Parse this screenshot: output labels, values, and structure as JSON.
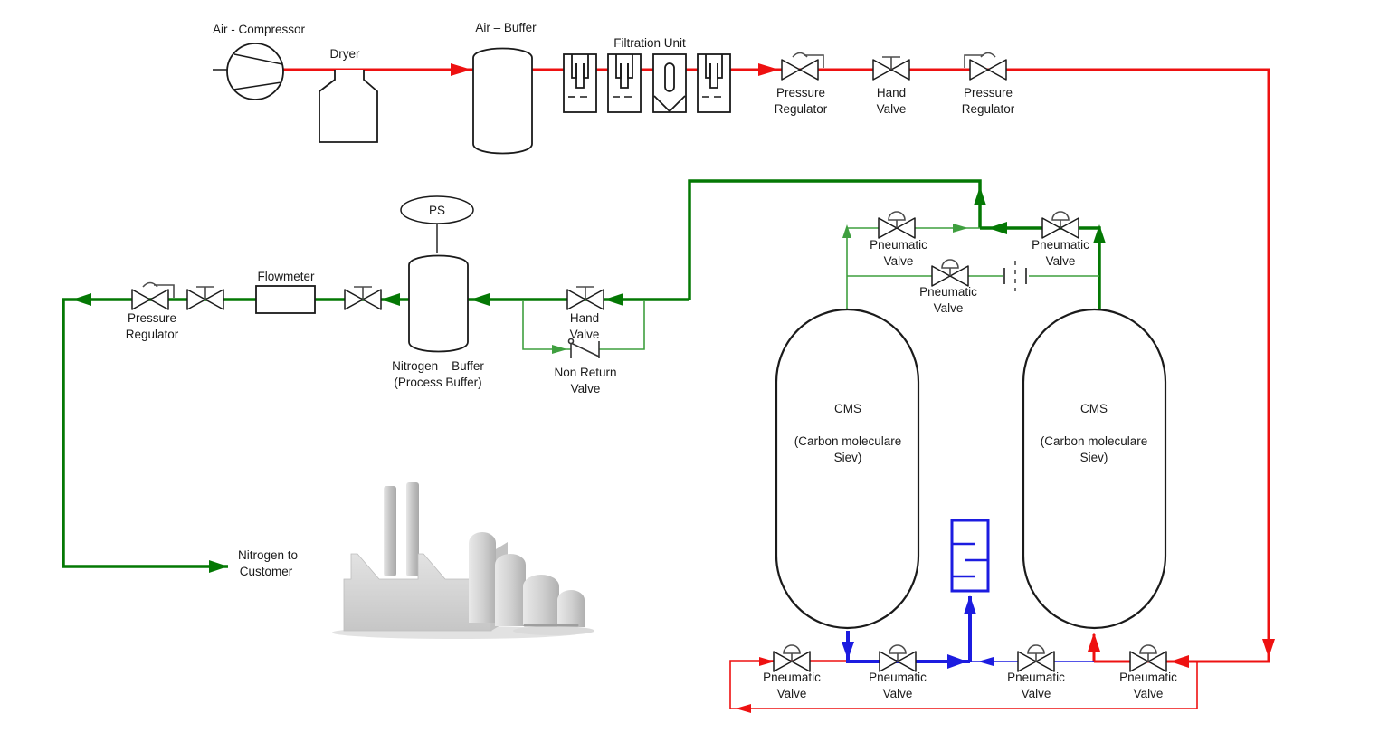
{
  "diagram": {
    "labels": {
      "air_compressor": "Air - Compressor",
      "dryer": "Dryer",
      "air_buffer": "Air – Buffer",
      "filtration_unit": "Filtration Unit",
      "pressure_regulator": [
        "Pressure",
        "Regulator"
      ],
      "hand_valve": [
        "Hand",
        "Valve"
      ],
      "pneumatic_valve": [
        "Pneumatic",
        "Valve"
      ],
      "non_return_valve": [
        "Non Return",
        "Valve"
      ],
      "ps_indicator": "PS",
      "flowmeter": "Flowmeter",
      "nitrogen_buffer": [
        "Nitrogen – Buffer",
        "(Process Buffer)"
      ],
      "cms_vessel": [
        "CMS",
        "(Carbon moleculare",
        "Siev)"
      ],
      "nitrogen_to_customer": [
        "Nitrogen to",
        "Customer"
      ]
    },
    "colors": {
      "feed_air_line": "#ee1111",
      "product_nitrogen_line": "#047804",
      "inactive_nitrogen_line": "#3f9f3f",
      "exhaust_line": "#1c1ce0",
      "equipment_outline": "#1a1a1a",
      "label_text": "#1a1a1a"
    }
  }
}
